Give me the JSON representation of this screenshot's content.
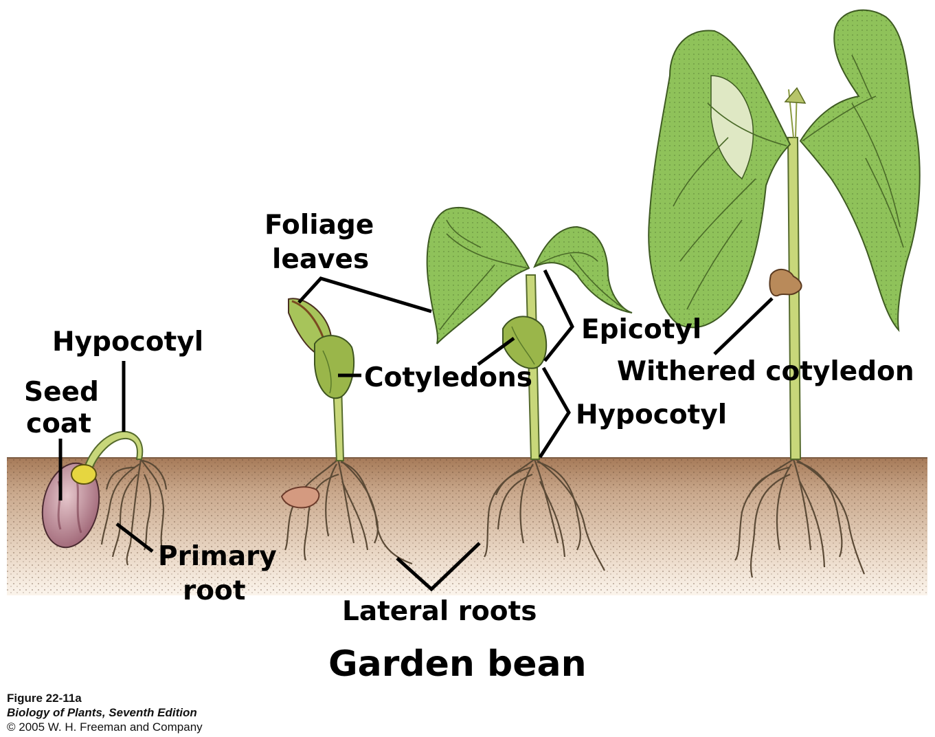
{
  "labels": {
    "hypocotyl_left": "Hypocotyl",
    "seed_coat_line1": "Seed",
    "seed_coat_line2": "coat",
    "primary_root_line1": "Primary",
    "primary_root_line2": "root",
    "foliage_leaves_line1": "Foliage",
    "foliage_leaves_line2": "leaves",
    "cotyledons": "Cotyledons",
    "epicotyl": "Epicotyl",
    "hypocotyl_right": "Hypocotyl",
    "withered_cotyledon": "Withered cotyledon",
    "lateral_roots": "Lateral roots"
  },
  "title": "Garden bean",
  "caption": {
    "figure": "Figure 22-11a",
    "book": "Biology of Plants, Seventh Edition",
    "copyright": "© 2005 W. H. Freeman and Company"
  },
  "colors": {
    "soil": "#b58a6a",
    "leaf": "#8fc25a",
    "stem": "#c8d77a",
    "cotyledon": "#9ab64a",
    "seed_coat": "#b07a8a",
    "root": "#5b4a36"
  }
}
